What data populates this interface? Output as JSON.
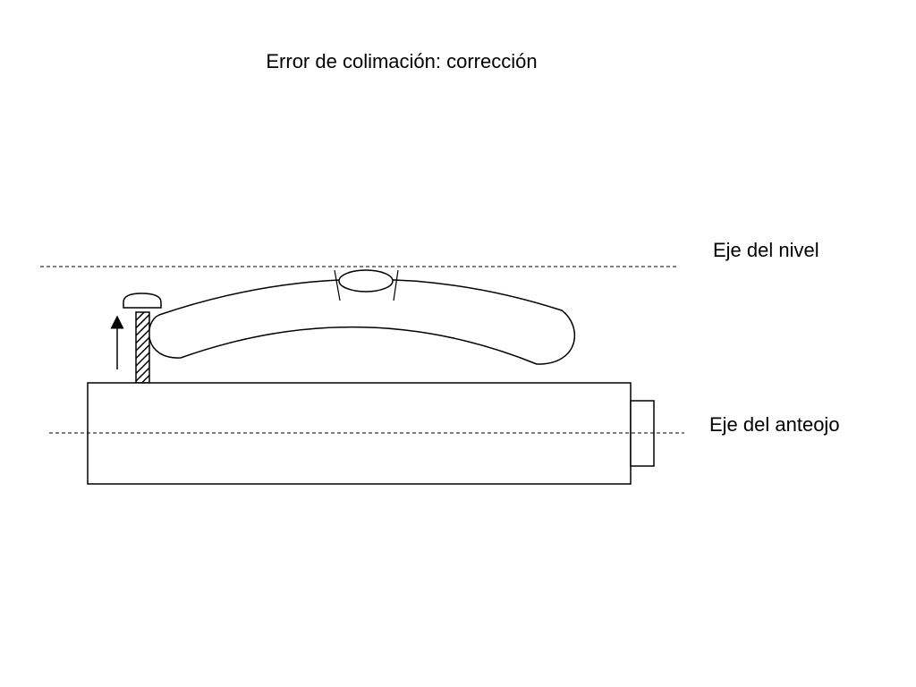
{
  "slide": {
    "title": "Error de colimación: corrección"
  },
  "labels": {
    "level_axis": "Eje del nivel",
    "telescope_axis": "Eje del anteojo"
  },
  "colors": {
    "ink": "#000000",
    "background": "#ffffff"
  },
  "icons": {
    "adjustment_arrow": "up-arrow-icon"
  }
}
